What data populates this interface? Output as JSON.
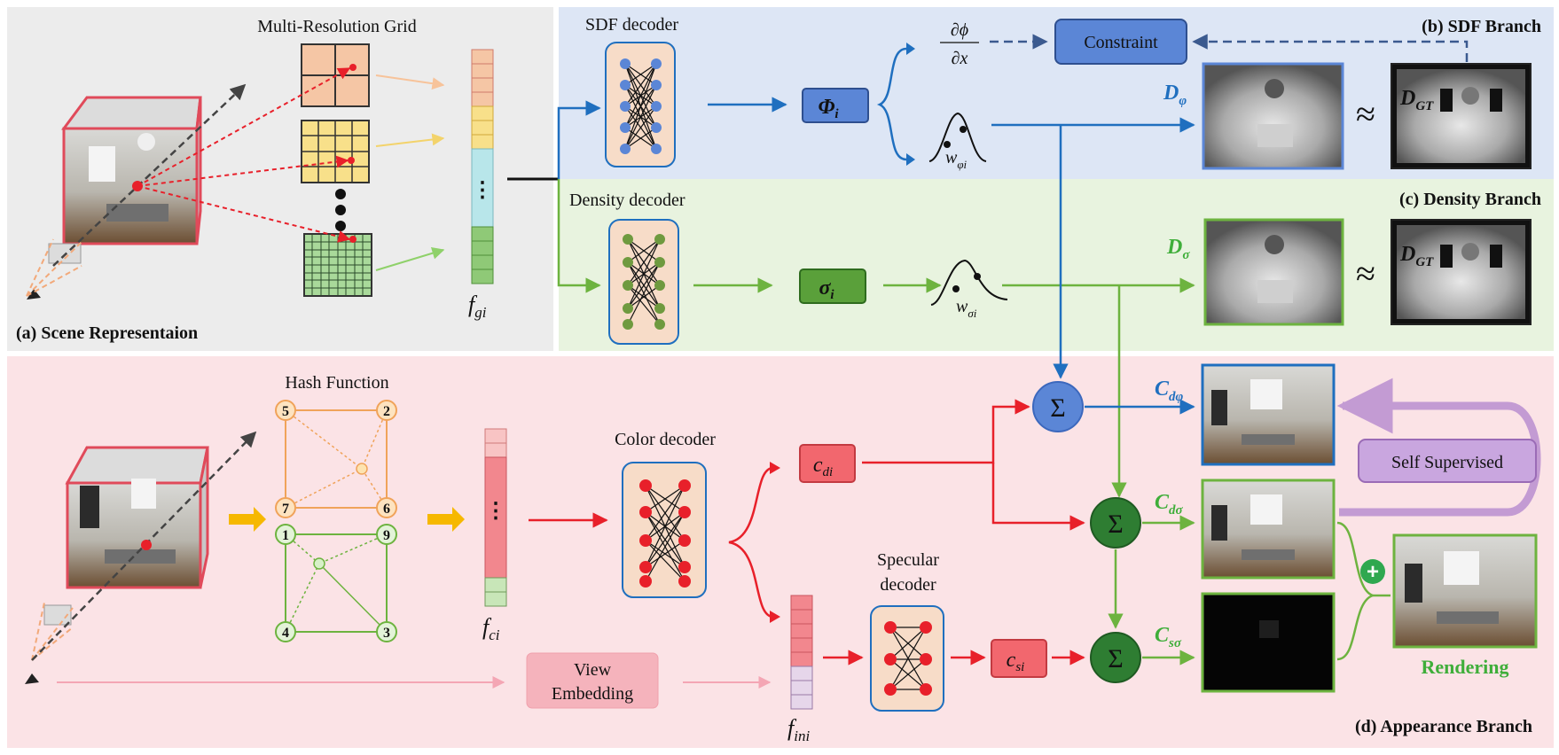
{
  "panels": {
    "scene": {
      "label": "(a) Scene Representaion"
    },
    "sdf": {
      "label": "(b) SDF Branch"
    },
    "density": {
      "label": "(c) Density Branch"
    },
    "appearance": {
      "label": "(d) Appearance Branch"
    }
  },
  "scene": {
    "grid_title": "Multi-Resolution Grid",
    "feature_label": "f",
    "feature_sub": "gi",
    "ellipsis": "⋮"
  },
  "sdf": {
    "decoder_title": "SDF decoder",
    "phi_label": "Φ",
    "phi_sub": "i",
    "grad_num": "∂ϕ",
    "grad_den": "∂x",
    "constraint_label": "Constraint",
    "weight_label": "w",
    "weight_sub": "φi",
    "depth_label": "D",
    "depth_sub": "φ",
    "approx": "≈",
    "gt_label": "D",
    "gt_sub": "GT"
  },
  "density": {
    "decoder_title": "Density decoder",
    "sigma_label": "σ",
    "sigma_sub": "i",
    "weight_label": "w",
    "weight_sub": "σi",
    "depth_label": "D",
    "depth_sub": "σ",
    "approx": "≈",
    "gt_label": "D",
    "gt_sub": "GT"
  },
  "appearance": {
    "hash_title": "Hash Function",
    "hash_nodes": [
      "5",
      "2",
      "7",
      "6",
      "1",
      "9",
      "4",
      "3"
    ],
    "feature_label": "f",
    "feature_sub": "ci",
    "ellipsis": "⋮",
    "color_decoder_title": "Color decoder",
    "cdi_label": "c",
    "cdi_sub": "di",
    "view_embedding_line1": "View",
    "view_embedding_line2": "Embedding",
    "fini_label": "f",
    "fini_sub": "ini",
    "specular_line1": "Specular",
    "specular_line2": "decoder",
    "csi_label": "c",
    "csi_sub": "si",
    "sum_symbol": "Σ",
    "cdphi_label": "C",
    "cdphi_sub": "dφ",
    "cdsigma_label": "C",
    "cdsigma_sub": "dσ",
    "csigma_label": "C",
    "csigma_sub": "sσ",
    "self_supervised": "Self Supervised",
    "plus": "+",
    "rendering": "Rendering"
  },
  "colors": {
    "sdf_blue": "#1f6fbf",
    "density_green": "#6db33f",
    "red": "#e8202a",
    "dark_green": "#2e7d32",
    "purple": "#c39bd3",
    "orange": "#f4a460",
    "yellow": "#f6b800"
  }
}
